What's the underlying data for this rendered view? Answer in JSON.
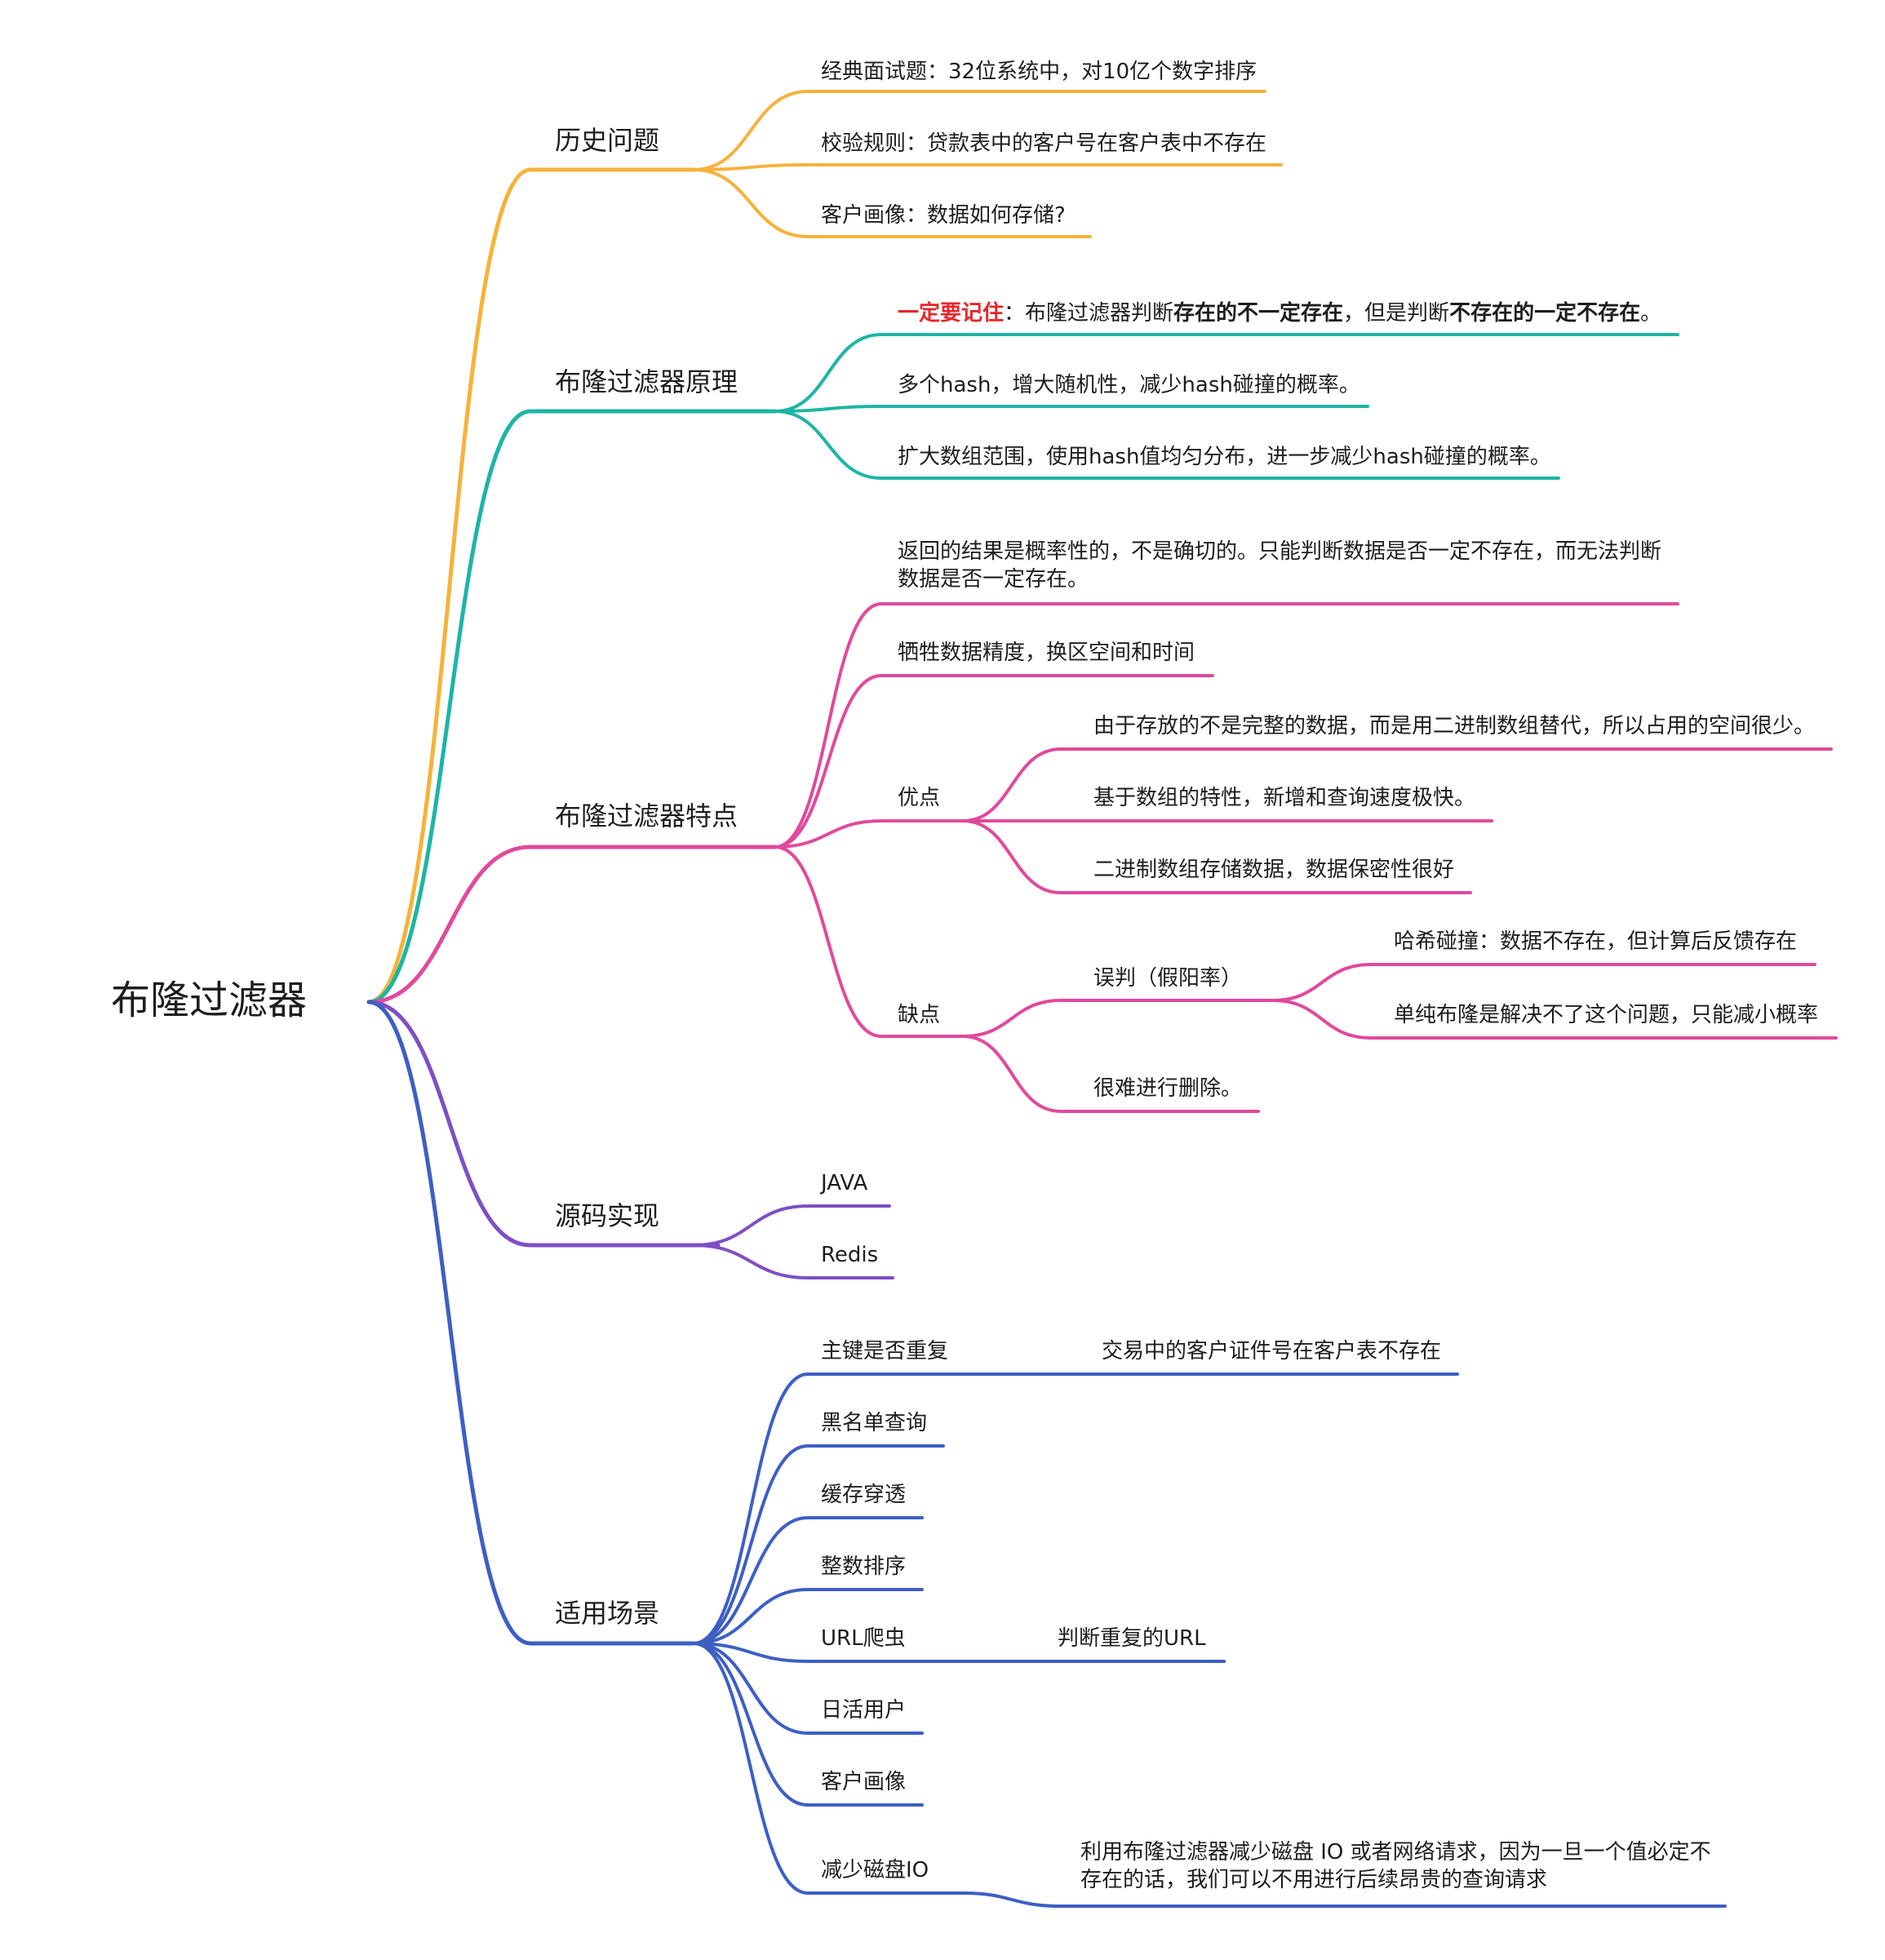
{
  "root": "布隆过滤器",
  "colors": {
    "history": "#f6b23a",
    "principle": "#1db5a4",
    "features": "#e04a9c",
    "source": "#7e4fc4",
    "scenarios": "#3d5fc4",
    "emphasis": "#e8262b"
  },
  "history": {
    "title": "历史问题",
    "items": [
      "经典面试题：32位系统中，对10亿个数字排序",
      "校验规则：贷款表中的客户号在客户表中不存在",
      "客户画像：数据如何存储?"
    ]
  },
  "principle": {
    "title": "布隆过滤器原理",
    "item1": {
      "em": "一定要记住",
      "p1": "：布隆过滤器判断",
      "b1": "存在的不一定存在",
      "p2": "，但是判断",
      "b2": "不存在的一定不存在",
      "p3": "。"
    },
    "item2": "多个hash，增大随机性，减少hash碰撞的概率。",
    "item3": "扩大数组范围，使用hash值均匀分布，进一步减少hash碰撞的概率。"
  },
  "features": {
    "title": "布隆过滤器特点",
    "item1_line1": "返回的结果是概率性的，不是确切的。只能判断数据是否一定不存在，而无法判断",
    "item1_line2": "数据是否一定存在。",
    "item2": "牺牲数据精度，换区空间和时间",
    "pros": {
      "title": "优点",
      "items": [
        "由于存放的不是完整的数据，而是用二进制数组替代，所以占用的空间很少。",
        "基于数组的特性，新增和查询速度极快。",
        "二进制数组存储数据，数据保密性很好"
      ]
    },
    "cons": {
      "title": "缺点",
      "misjudge": {
        "title": "误判（假阳率）",
        "items": [
          "哈希碰撞：数据不存在，但计算后反馈存在",
          "单纯布隆是解决不了这个问题，只能减小概率"
        ]
      },
      "delete": "很难进行删除。"
    }
  },
  "source": {
    "title": "源码实现",
    "items": [
      "JAVA",
      "Redis"
    ]
  },
  "scenarios": {
    "title": "适用场景",
    "items": [
      {
        "label": "主键是否重复",
        "note": "交易中的客户证件号在客户表不存在"
      },
      {
        "label": "黑名单查询"
      },
      {
        "label": "缓存穿透"
      },
      {
        "label": "整数排序"
      },
      {
        "label": "URL爬虫",
        "note": "判断重复的URL"
      },
      {
        "label": "日活用户"
      },
      {
        "label": "客户画像"
      },
      {
        "label": "减少磁盘IO",
        "note_line1": "利用布隆过滤器减少磁盘 IO 或者网络请求，因为一旦一个值必定不",
        "note_line2": "存在的话，我们可以不用进行后续昂贵的查询请求"
      }
    ]
  }
}
